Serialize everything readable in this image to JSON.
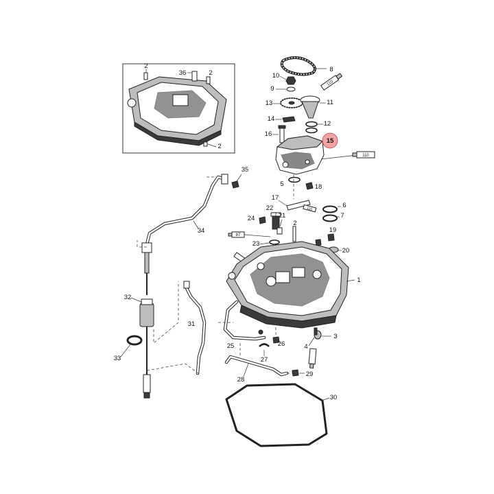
{
  "diagram": {
    "highlight_color": "#f2a3a3",
    "highlight_stroke": "#c83c3c",
    "callouts": {
      "c1": "1",
      "c2a": "2",
      "c2b": "2",
      "c2c": "2",
      "c2d": "2",
      "c3": "3",
      "c4": "4",
      "c5": "5",
      "c6": "6",
      "c7": "7",
      "c8": "8",
      "c9": "9",
      "c10": "10",
      "c11": "11",
      "c12": "12",
      "c13": "13",
      "c14": "14",
      "c15": "15",
      "c16": "16",
      "c17": "17",
      "c18": "18",
      "c19": "19",
      "c20": "20",
      "c21": "21",
      "c22": "22",
      "c23": "23",
      "c24": "24",
      "c25": "25",
      "c26": "26",
      "c27": "27",
      "c28": "28",
      "c29": "29",
      "c30": "30",
      "c31": "31",
      "c32": "32",
      "c33": "33",
      "c34": "34",
      "c35": "35",
      "c36": "36"
    },
    "tube_labels": {
      "t110a": "110",
      "t110b": "110",
      "t87": "87",
      "t95": "95"
    }
  }
}
